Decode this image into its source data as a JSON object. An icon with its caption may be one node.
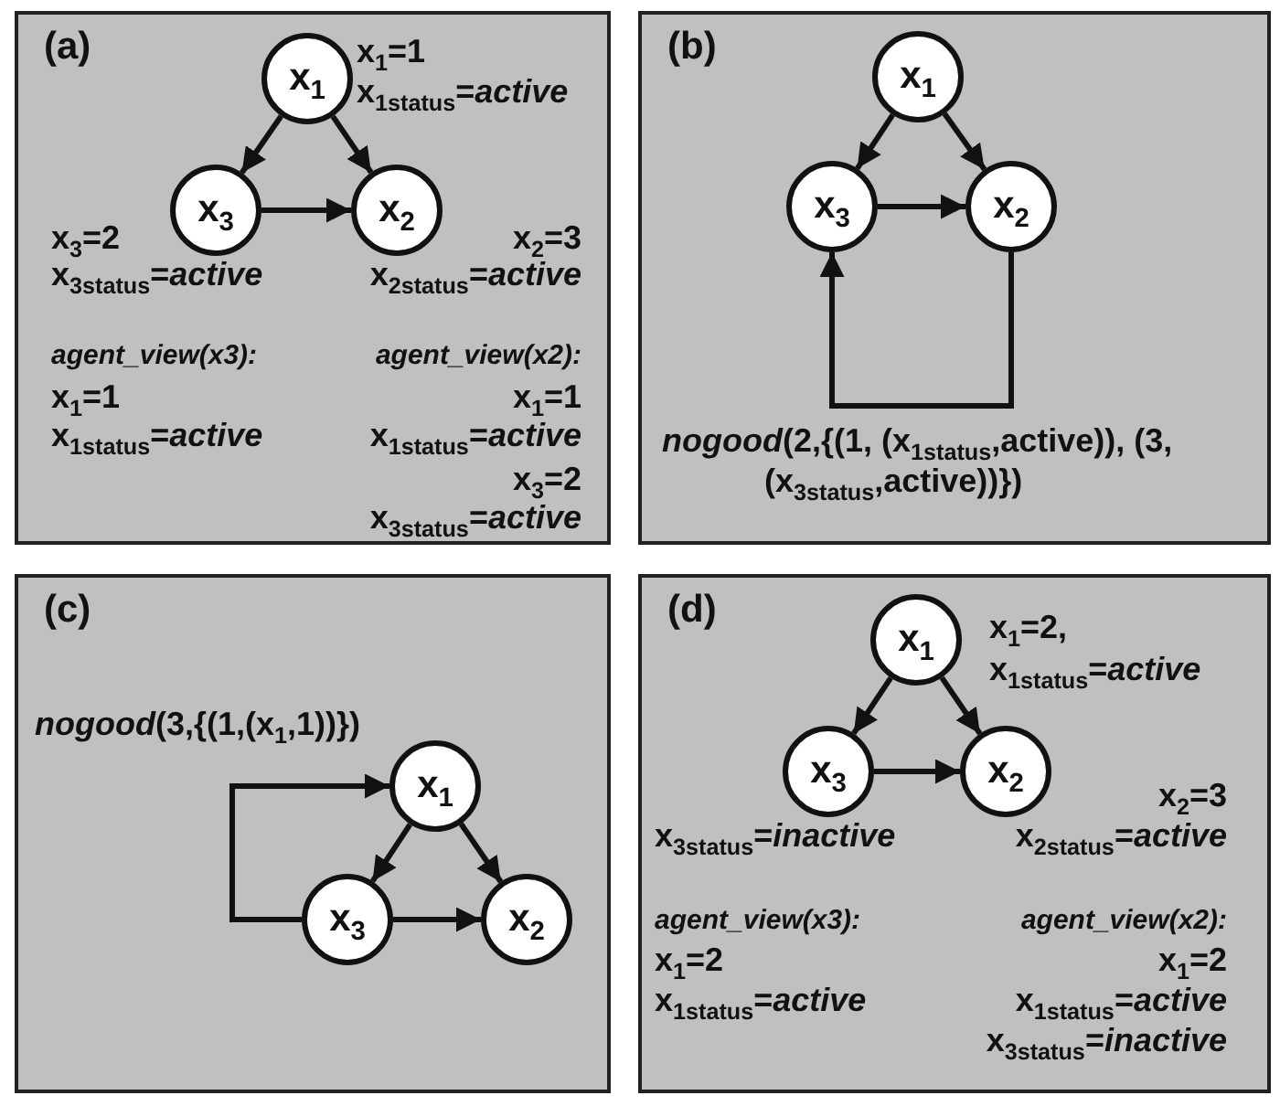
{
  "diagram": {
    "nodes": [
      {
        "text": [
          "(a)"
        ]
      },
      {
        "text": [
          "x$_{1}$"
        ],
        "in": 0,
        "beside": [
          "x$_{1}$=1",
          "x$_{1status}$=*active*"
        ]
      },
      {
        "text": [
          "x$_{2}$"
        ],
        "in": 0,
        "beside": [
          "x$_{2}$=3",
          "x$_{2status}$=*active*"
        ]
      },
      {
        "text": [
          "x$_{3}$"
        ],
        "in": 0,
        "beside": [
          "x$_{3}$=2",
          "x$_{3status}$=*active*"
        ]
      },
      {
        "text": [
          "(b)"
        ]
      },
      {
        "text": [
          "x$_{1}$"
        ],
        "in": 4
      },
      {
        "text": [
          "x$_{2}$"
        ],
        "in": 4
      },
      {
        "text": [
          "x$_{3}$"
        ],
        "in": 4
      },
      {
        "text": [
          "(c)"
        ]
      },
      {
        "text": [
          "x$_{1}$"
        ],
        "in": 8
      },
      {
        "text": [
          "x$_{2}$"
        ],
        "in": 8
      },
      {
        "text": [
          "x$_{3}$"
        ],
        "in": 8
      },
      {
        "text": [
          "(d)"
        ]
      },
      {
        "text": [
          "x$_{1}$"
        ],
        "in": 12,
        "beside": [
          "x$_{1}$=2,",
          "x$_{1status}$=*active*"
        ]
      },
      {
        "text": [
          "x$_{2}$"
        ],
        "in": 12,
        "beside": [
          "x$_{2}$=3",
          "x$_{2status}$=*active*"
        ]
      },
      {
        "text": [
          "x$_{3}$"
        ],
        "in": 12,
        "beside": [
          "x$_{3status}$=*inactive*"
        ]
      }
    ],
    "edges": [
      {
        "from": 1,
        "to": 3,
        "arrow": "to"
      },
      {
        "from": 1,
        "to": 2,
        "arrow": "to"
      },
      {
        "from": 3,
        "to": 2,
        "arrow": "to"
      },
      {
        "from": 5,
        "to": 7,
        "arrow": "to"
      },
      {
        "from": 5,
        "to": 6,
        "arrow": "to"
      },
      {
        "from": 7,
        "to": 6,
        "arrow": "to"
      },
      {
        "from": 6,
        "to": 7,
        "arrow": "to",
        "label": "*nogood*(2,{(1, (x$_{1status}$,active)), (3,(x$_{3status}$,active))})"
      },
      {
        "from": 9,
        "to": 11,
        "arrow": "to"
      },
      {
        "from": 9,
        "to": 10,
        "arrow": "to"
      },
      {
        "from": 11,
        "to": 10,
        "arrow": "to"
      },
      {
        "from": 11,
        "to": 9,
        "arrow": "to",
        "label": "*nogood*(3,{(1,(x$_{1}$,1))})"
      },
      {
        "from": 13,
        "to": 15,
        "arrow": "to"
      },
      {
        "from": 13,
        "to": 14,
        "arrow": "to"
      },
      {
        "from": 15,
        "to": 14,
        "arrow": "to"
      }
    ],
    "labels": [
      "agent_view(x3):",
      "x$_{1}$=1",
      "x$_{1status}$=*active*",
      "agent_view(x2):",
      "x$_{1}$=1",
      "x$_{1status}$=*active*",
      "x$_{3}$=2",
      "x$_{3status}$=*active*",
      "agent_view(x3):",
      "x$_{1}$=2",
      "x$_{1status}$=*active*",
      "agent_view(x2):",
      "x$_{1}$=2",
      "x$_{1status}$=*active*",
      "x$_{3status}$=*inactive*"
    ]
  }
}
